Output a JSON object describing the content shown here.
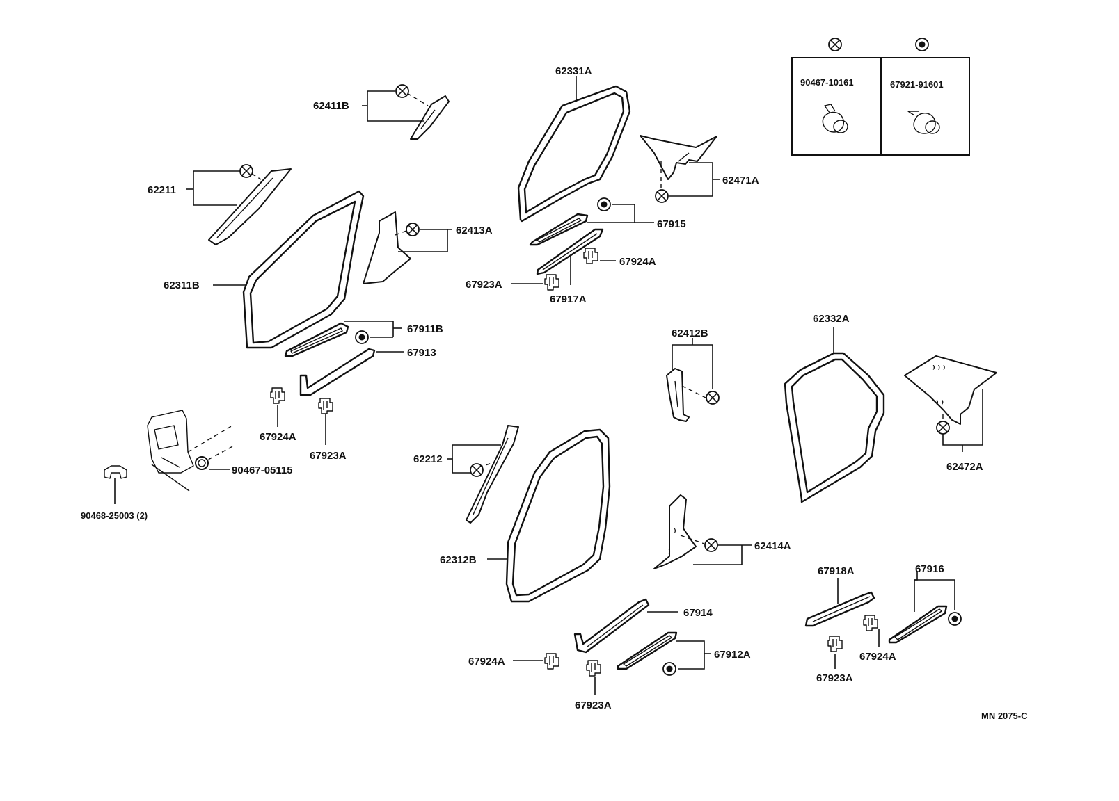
{
  "diagram": {
    "legend": {
      "clip_a": {
        "symbol": "crossed-circle-icon",
        "part_number": "90467-10161"
      },
      "clip_b": {
        "symbol": "dotted-circle-icon",
        "part_number": "67921-91601"
      }
    },
    "parts": {
      "p62411B": "62411B",
      "p62211": "62211",
      "p62311B": "62311B",
      "p62413A": "62413A",
      "p67911B": "67911B",
      "p67913": "67913",
      "p67924A_1": "67924A",
      "p67923A_1": "67923A",
      "p90467_05115": "90467-05115",
      "p90468_25003": "90468-25003 (2)",
      "p62331A": "62331A",
      "p62471A": "62471A",
      "p67915": "67915",
      "p67924A_2": "67924A",
      "p67923A_2": "67923A",
      "p67917A": "67917A",
      "p62412B": "62412B",
      "p62332A": "62332A",
      "p62472A": "62472A",
      "p62212": "62212",
      "p62312B": "62312B",
      "p62414A": "62414A",
      "p67914": "67914",
      "p67924A_3": "67924A",
      "p67923A_3": "67923A",
      "p67912A": "67912A",
      "p67918A": "67918A",
      "p67916": "67916",
      "p67924A_4": "67924A",
      "p67923A_4": "67923A"
    },
    "drawing_code": "MN  2075-C"
  }
}
